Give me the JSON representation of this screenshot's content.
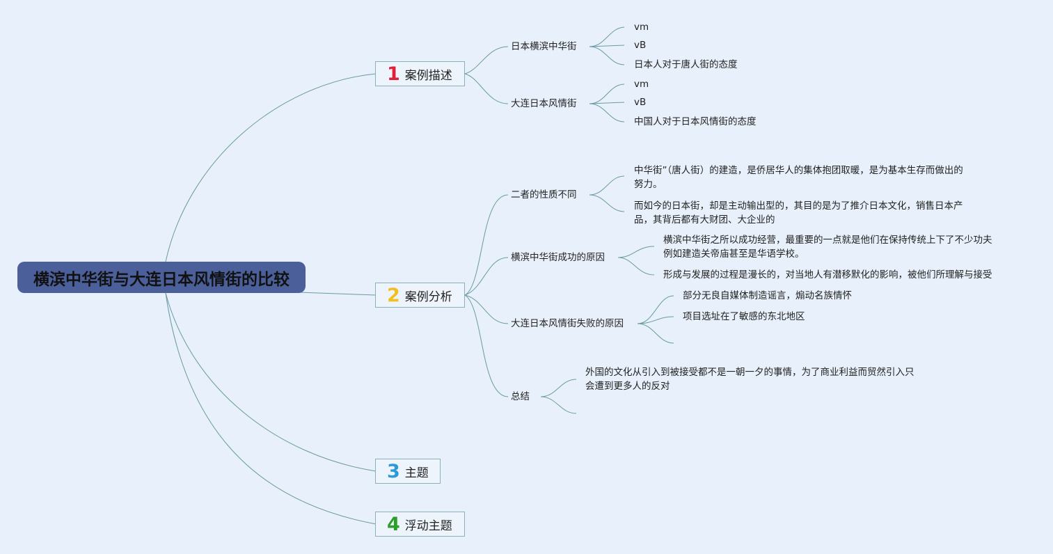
{
  "root": {
    "title": "横滨中华街与大连日本风情街的比较"
  },
  "colors": {
    "background": "#e8f0fb",
    "root_fill": "#4b5f9a",
    "connector": "#6a9aa0",
    "num1": "#e0203a",
    "num2": "#f0c020",
    "num3": "#2a9ad8",
    "num4": "#2aa02a"
  },
  "branches": [
    {
      "number": "1",
      "label": "案例描述",
      "children": [
        {
          "label": "日本横滨中华街",
          "leaves": [
            "vm",
            "vB",
            "日本人对于唐人街的态度"
          ]
        },
        {
          "label": "大连日本风情街",
          "leaves": [
            "vm",
            "vB",
            "中国人对于日本风情街的态度"
          ]
        }
      ]
    },
    {
      "number": "2",
      "label": "案例分析",
      "children": [
        {
          "label": "二者的性质不同",
          "leaves": [
            [
              "中华街”（唐人街）的建造，是侨居华人的集体抱团取暖，是为基本生存而做出的",
              "努力。"
            ],
            [
              "而如今的日本街，却是主动输出型的，其目的是为了推介日本文化，销售日本产",
              "品，其背后都有大财团、大企业的"
            ]
          ]
        },
        {
          "label": "横滨中华街成功的原因",
          "leaves": [
            [
              "横滨中华街之所以成功经营，最重要的一点就是他们在保持传统上下了不少功夫",
              "例如建造关帝庙甚至是华语学校。"
            ],
            [
              "形成与发展的过程是漫长的，对当地人有潜移默化的影响，被他们所理解与接受"
            ]
          ]
        },
        {
          "label": "大连日本风情街失败的原因",
          "leaves": [
            [
              "部分无良自媒体制造谣言，煽动名族情怀"
            ],
            [
              "项目选址在了敏感的东北地区"
            ]
          ]
        },
        {
          "label": "总结",
          "leaves": [
            [
              "外国的文化从引入到被接受都不是一朝一夕的事情，为了商业利益而贸然引入只",
              "会遭到更多人的反对"
            ]
          ]
        }
      ]
    },
    {
      "number": "3",
      "label": "主题",
      "children": []
    },
    {
      "number": "4",
      "label": "浮动主题",
      "children": []
    }
  ]
}
